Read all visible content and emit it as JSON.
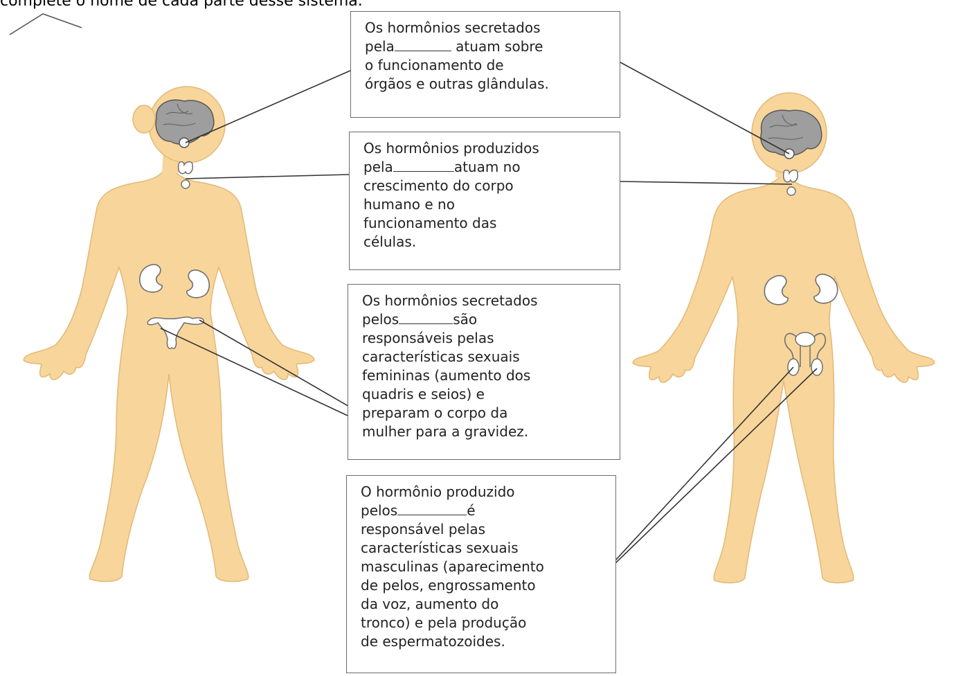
{
  "caption": "complete o nome de cada parte desse sistema.",
  "colors": {
    "skin": "#f8d59a",
    "skin_outline": "#e2b878",
    "organ": "#ffffff",
    "organ_outline": "#6e6e6e",
    "brain": "#9a9a9a",
    "leader_line": "#333333",
    "box_border": "#6b6b6b"
  },
  "boxes": [
    {
      "lines": [
        {
          "text": "Os hormônios secretados"
        },
        {
          "pre": "pela",
          "blank_width": 82,
          "post": " atuam sobre"
        },
        {
          "text": "o funcionamento de"
        },
        {
          "text": "órgãos e outras glândulas."
        }
      ]
    },
    {
      "lines": [
        {
          "text": "Os hormônios produzidos"
        },
        {
          "pre": "pela",
          "blank_width": 88,
          "post": "atuam no"
        },
        {
          "text": "crescimento do corpo"
        },
        {
          "text": "humano e no"
        },
        {
          "text": "funcionamento das"
        },
        {
          "text": "células."
        }
      ]
    },
    {
      "lines": [
        {
          "text": "Os hormônios secretados"
        },
        {
          "pre": "pelos",
          "blank_width": 78,
          "post": "são"
        },
        {
          "text": "responsáveis pelas"
        },
        {
          "text": "características sexuais"
        },
        {
          "text": "femininas (aumento dos"
        },
        {
          "text": "quadris e seios) e"
        },
        {
          "text": "preparam o corpo da"
        },
        {
          "text": "mulher para a gravidez."
        }
      ]
    },
    {
      "lines": [
        {
          "text": "O hormônio produzido"
        },
        {
          "pre": "pelos",
          "blank_width": 100,
          "post": "é"
        },
        {
          "text": "responsável pelas"
        },
        {
          "text": "características sexuais"
        },
        {
          "text": "masculinas (aparecimento"
        },
        {
          "text": "de pelos, engrossamento"
        },
        {
          "text": "da voz, aumento do"
        },
        {
          "text": "tronco) e pela produção"
        },
        {
          "text": "de espermatozoides."
        }
      ]
    }
  ]
}
